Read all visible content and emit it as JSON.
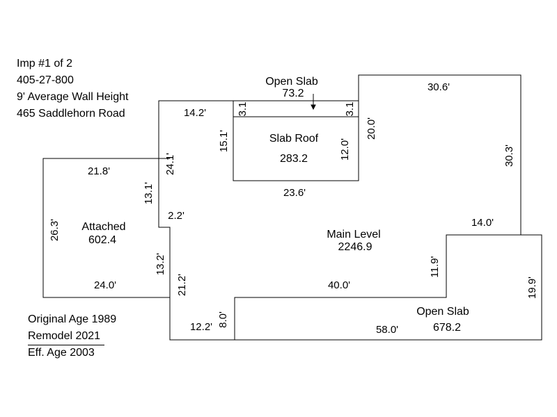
{
  "property": {
    "improvement": "Imp #1 of 2",
    "parcel": "405-27-800",
    "wall_height": "9' Average Wall Height",
    "address": "465 Saddlehorn Road"
  },
  "ages": {
    "original": "Original Age 1989",
    "remodel": "Remodel 2021",
    "effective": "Eff. Age 2003"
  },
  "areas": {
    "open_slab_top": {
      "name": "Open Slab",
      "sqft": "73.2"
    },
    "slab_roof": {
      "name": "Slab Roof",
      "sqft": "283.2"
    },
    "attached": {
      "name": "Attached",
      "sqft": "602.4"
    },
    "main_level": {
      "name": "Main Level",
      "sqft": "2246.9"
    },
    "open_slab_bottom": {
      "name": "Open Slab",
      "sqft": "678.2"
    }
  },
  "dimensions": {
    "d30_6": "30.6'",
    "d14_2": "14.2'",
    "d3_1_left": "3.1",
    "d3_1_right": "3.1",
    "d20_0": "20.0'",
    "d15_1": "15.1'",
    "d12_0": "12.0'",
    "d30_3": "30.3'",
    "d21_8": "21.8'",
    "d24_1": "24.1'",
    "d13_1": "13.1'",
    "d23_6": "23.6'",
    "d2_2": "2.2'",
    "d26_3": "26.3'",
    "d14_0": "14.0'",
    "d13_2": "13.2'",
    "d11_9": "11.9'",
    "d24_0": "24.0'",
    "d21_2": "21.2'",
    "d40_0": "40.0'",
    "d19_9": "19.9'",
    "d12_2": "12.2'",
    "d8_0": "8.0'",
    "d58_0": "58.0'"
  }
}
